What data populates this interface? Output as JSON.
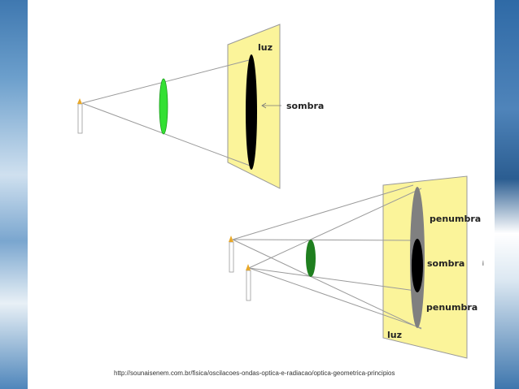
{
  "diagram_top": {
    "screen_label": "luz",
    "shadow_label": "sombra"
  },
  "diagram_bottom": {
    "penumbra_top_label": "penumbra",
    "shadow_label": "sombra",
    "penumbra_bottom_label": "penumbra",
    "screen_label": "luz",
    "side_mark": "i"
  },
  "source_url": "http://sounaisenem.com.br/fisica/oscilacoes-ondas-optica-e-radiacao/optica-geometrica-principios",
  "colors": {
    "screen": "#fbf49a",
    "screen_border": "#999999",
    "shadow": "#000000",
    "penumbra": "#808080",
    "object_top": "#33e033",
    "object_bottom": "#1f7f1f",
    "ray": "#9a9a9a"
  }
}
